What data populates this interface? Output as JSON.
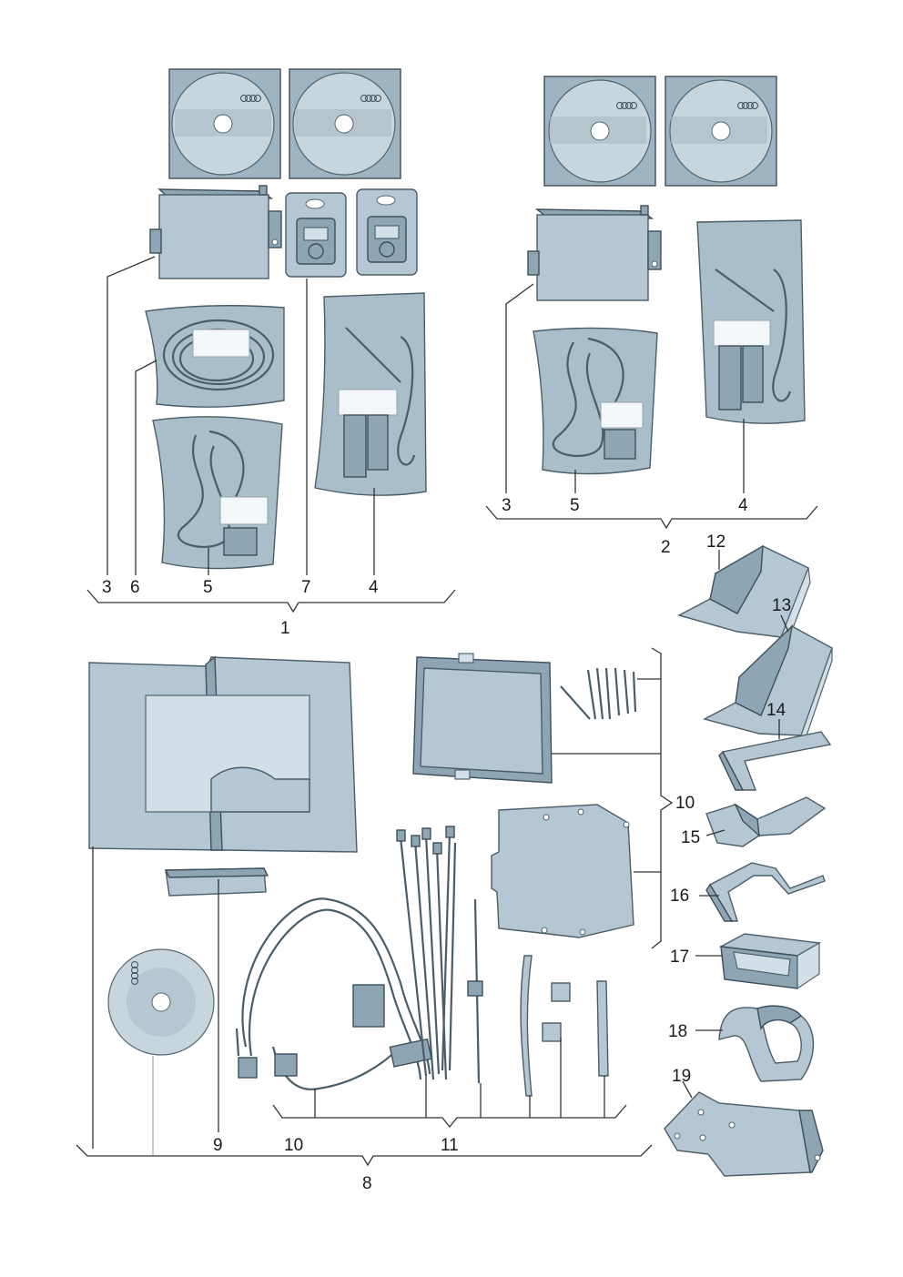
{
  "labels": {
    "l1": "1",
    "l2": "2",
    "l3a": "3",
    "l6": "6",
    "l5a": "5",
    "l7": "7",
    "l4a": "4",
    "l3b": "3",
    "l5b": "5",
    "l4b": "4",
    "l8": "8",
    "l9": "9",
    "l10a": "10",
    "l10b": "10",
    "l11": "11",
    "l12": "12",
    "l13": "13",
    "l14": "14",
    "l15": "15",
    "l16": "16",
    "l17": "17",
    "l18": "18",
    "l19": "19"
  },
  "logos": {
    "brand": "Audi"
  },
  "colors": {
    "part": "#b4c7d2",
    "outline": "#4b5d68",
    "line": "#333333"
  }
}
